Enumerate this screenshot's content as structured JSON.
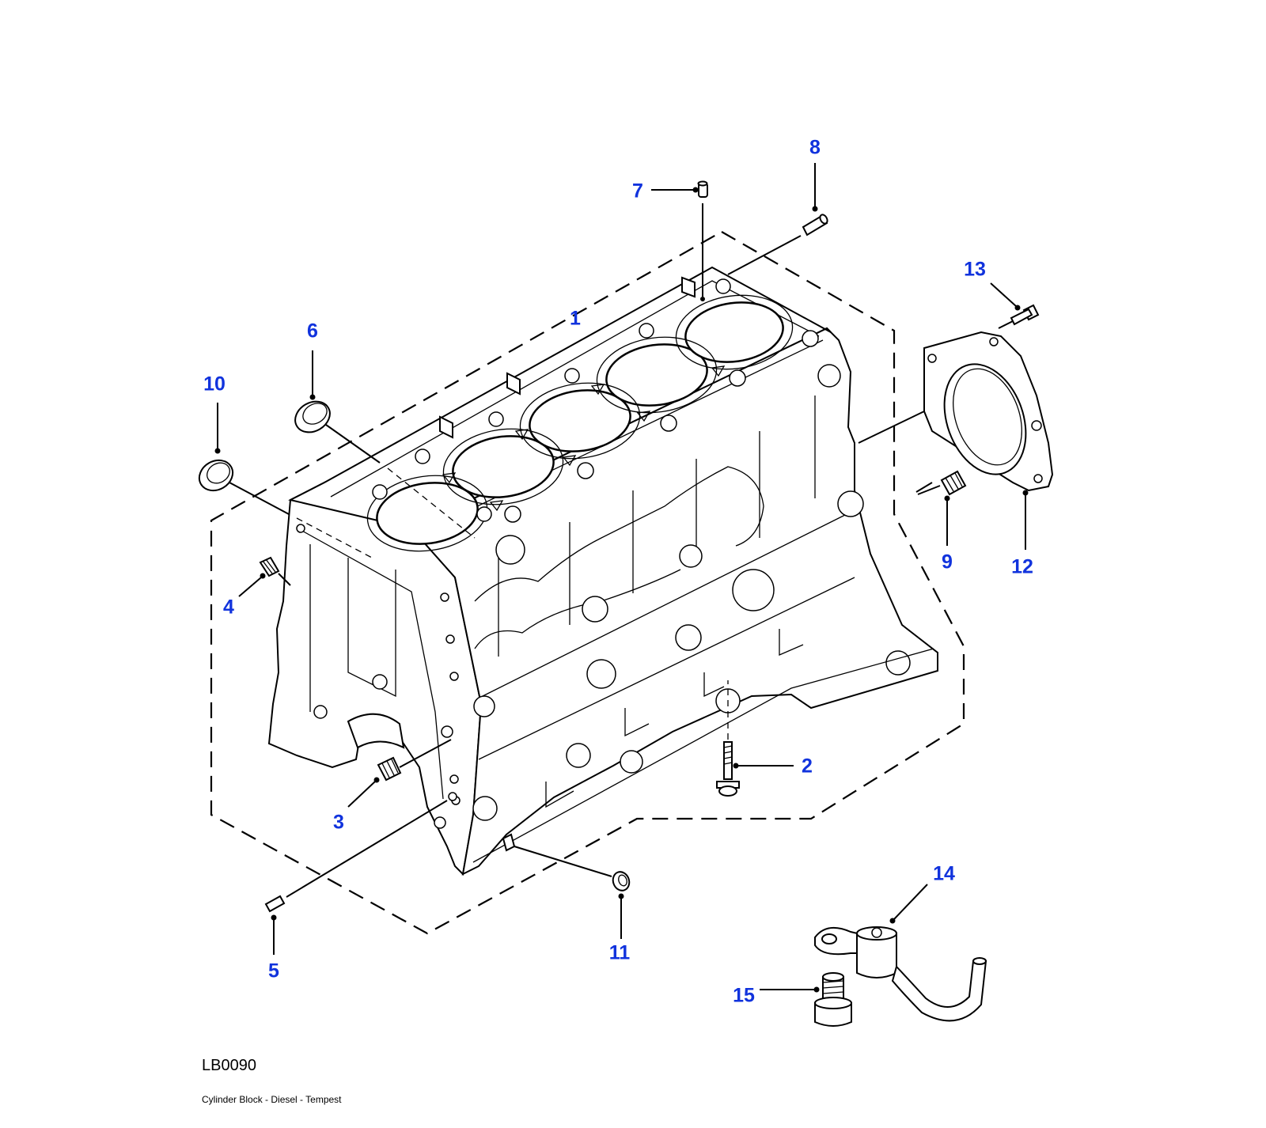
{
  "diagram": {
    "code": "LB0090",
    "caption": "Cylinder Block - Diesel - Tempest",
    "callouts": [
      "1",
      "2",
      "3",
      "4",
      "5",
      "6",
      "7",
      "8",
      "9",
      "10",
      "11",
      "12",
      "13",
      "14",
      "15"
    ]
  },
  "colors": {
    "callout": "#1133dd",
    "line": "#000000",
    "background": "#ffffff"
  }
}
